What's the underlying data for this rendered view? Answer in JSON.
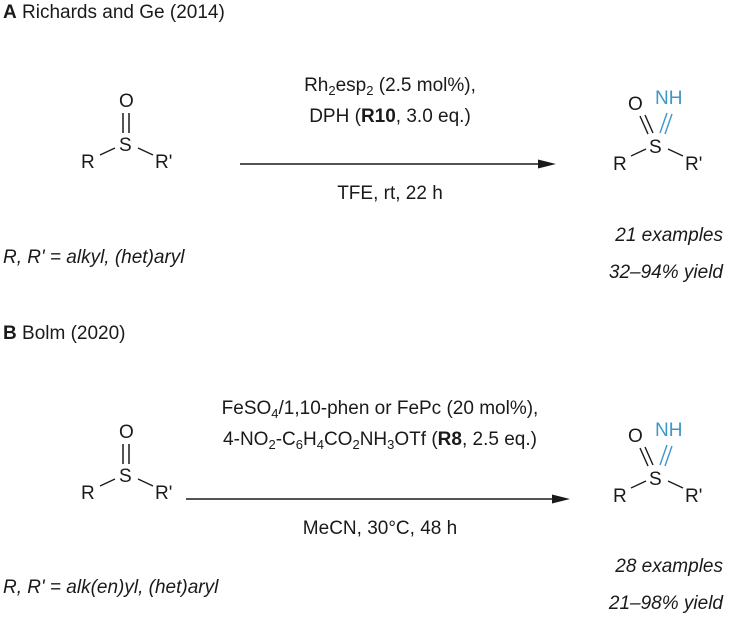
{
  "schemes": [
    {
      "label": "A",
      "title": "Richards and Ge (2014)",
      "reactant": {
        "top": "O",
        "center": "S",
        "left": "R",
        "right": "R'"
      },
      "conditions_above": {
        "line1": {
          "pre": "Rh",
          "sub1": "2",
          "mid": "esp",
          "sub2": "2",
          "post": " (2.5 mol%),"
        },
        "line2": {
          "pre": "DPH (",
          "bold": "R10",
          "post": ", 3.0 eq.)"
        }
      },
      "conditions_below": "TFE, rt, 22 h",
      "product": {
        "o": "O",
        "nh": "NH",
        "center": "S",
        "left": "R",
        "right": "R'"
      },
      "scope": "R, R' = alkyl, (het)aryl",
      "examples": "21 examples",
      "yield": "32–94% yield"
    },
    {
      "label": "B",
      "title": "Bolm (2020)",
      "reactant": {
        "top": "O",
        "center": "S",
        "left": "R",
        "right": "R'"
      },
      "conditions_above": {
        "line1": {
          "pre": "FeSO",
          "sub1": "4",
          "post": "/1,10-phen or FePc (20 mol%),"
        },
        "line2": {
          "p1": "4-NO",
          "s1": "2",
          "p2": "-C",
          "s2": "6",
          "p3": "H",
          "s3": "4",
          "p4": "CO",
          "s4": "2",
          "p5": "NH",
          "s5": "3",
          "p6": "OTf (",
          "bold": "R8",
          "post": ", 2.5 eq.)"
        }
      },
      "conditions_below": "MeCN, 30°C, 48 h",
      "product": {
        "o": "O",
        "nh": "NH",
        "center": "S",
        "left": "R",
        "right": "R'"
      },
      "scope": "R, R' = alk(en)yl, (het)aryl",
      "examples": "28 examples",
      "yield": "21–98% yield"
    }
  ],
  "colors": {
    "text": "#1a1a1a",
    "nh_accent": "#3d97c9"
  }
}
